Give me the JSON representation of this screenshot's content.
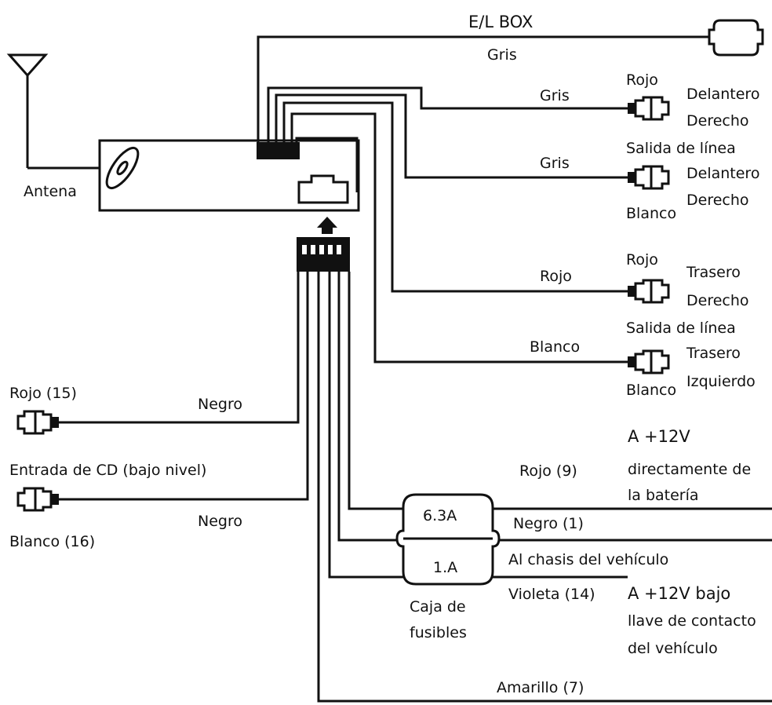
{
  "labels": {
    "el_box": "E/L BOX",
    "gris_top": "Gris",
    "antena": "Antena",
    "gris_1": "Gris",
    "gris_2": "Gris",
    "rojo_wire": "Rojo",
    "blanco_wire": "Blanco",
    "rojo_1": "Rojo",
    "delantero_1": "Delantero",
    "derecho_1": "Derecho",
    "salida_1": "Salida de línea",
    "delantero_2": "Delantero",
    "derecho_2": "Derecho",
    "blanco_1": "Blanco",
    "rojo_2": "Rojo",
    "trasero_1": "Trasero",
    "derecho_3": "Derecho",
    "salida_2": "Salida de línea",
    "trasero_2": "Trasero",
    "izquierdo": "Izquierdo",
    "blanco_2": "Blanco",
    "rojo15": "Rojo (15)",
    "negro_1": "Negro",
    "entrada_cd": "Entrada de CD (bajo nivel)",
    "negro_2": "Negro",
    "blanco16": "Blanco (16)",
    "a12v_line1": "A +12V",
    "a12v_line2": "directamente de",
    "a12v_line3": "la batería",
    "rojo9": "Rojo (9)",
    "fuse_top": "6.3A",
    "fuse_bottom": "1.A",
    "negro1": "Negro (1)",
    "chasis": "Al chasis del vehículo",
    "violeta14": "Violeta (14)",
    "bajo_line1": "A +12V bajo",
    "bajo_line2": "llave de contacto",
    "bajo_line3": "del vehículo",
    "caja_line1": "Caja de",
    "caja_line2": "fusibles",
    "amarillo7": "Amarillo (7)"
  }
}
